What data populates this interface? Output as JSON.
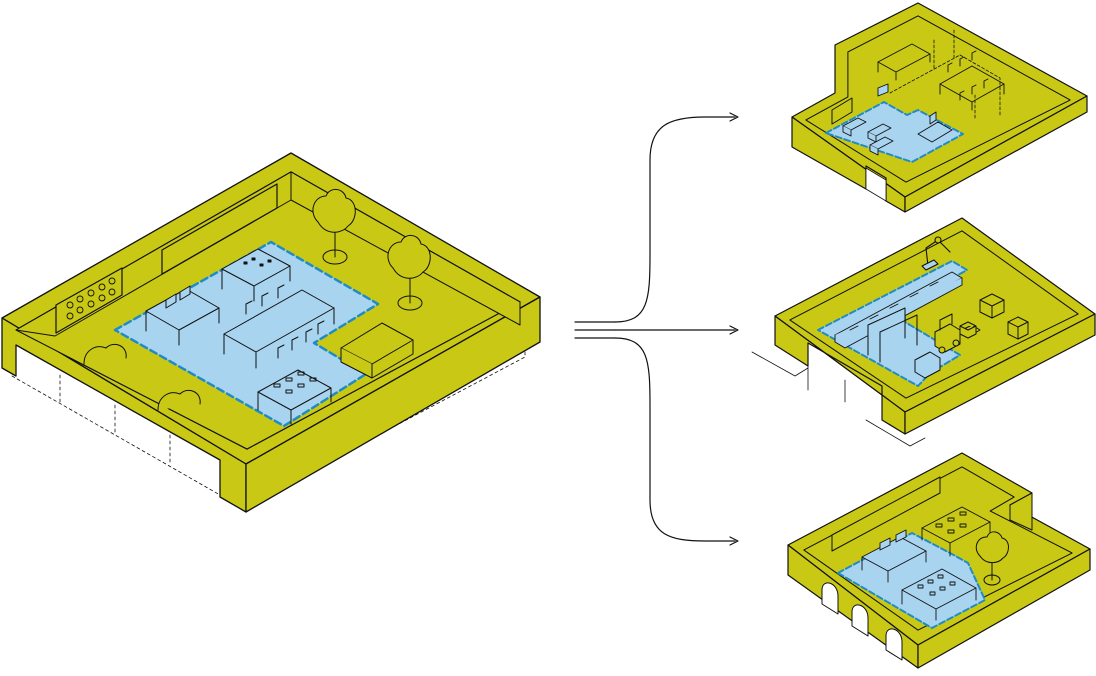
{
  "diagram": {
    "caption": "",
    "colors": {
      "wall": "#c9c915",
      "zone": "#a9d4f0",
      "zone_border": "#1f8cc8",
      "line": "#111111",
      "background": "#ffffff"
    },
    "source_space": {
      "icon": "large-open-plan-space"
    },
    "branches": [
      {
        "icon": "office-meeting-layout"
      },
      {
        "icon": "production-workshop-layout"
      },
      {
        "icon": "studio-workspace-layout"
      }
    ]
  }
}
